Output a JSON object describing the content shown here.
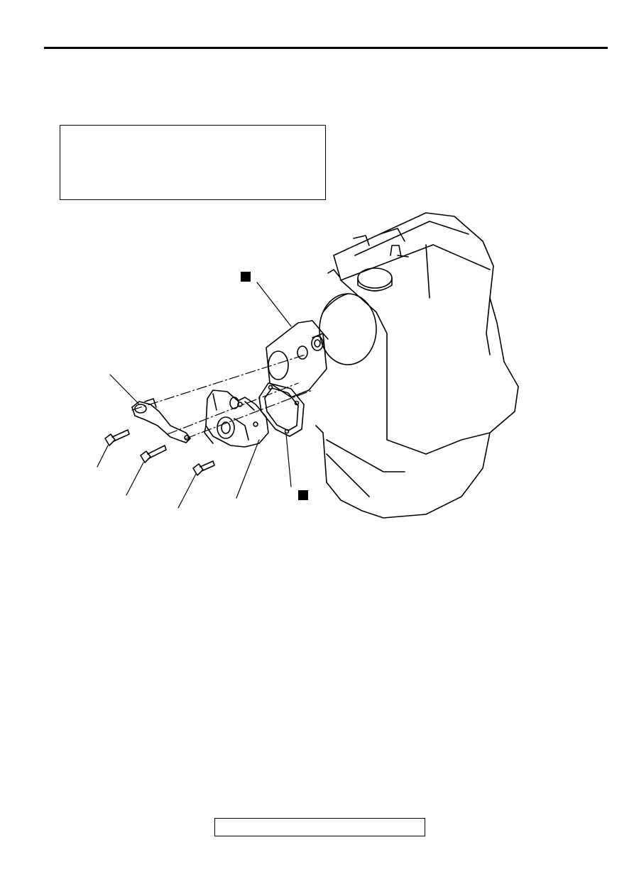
{
  "page": {
    "header_rule": true,
    "note_box_text": "",
    "footer_box_text": ""
  },
  "diagram": {
    "subject": "engine-water-pump-exploded-view",
    "parts": [
      "engine-block",
      "water-pump-gasket",
      "water-pump",
      "tension-pulley-bracket",
      "water-pump-bolt-long",
      "water-pump-bolt-medium",
      "water-pump-bolt-short",
      "water-inlet-o-ring"
    ],
    "markers": [
      {
        "id": "non-reusable-marker-1",
        "symbol": "filled-square"
      },
      {
        "id": "non-reusable-marker-2",
        "symbol": "filled-square"
      }
    ]
  }
}
